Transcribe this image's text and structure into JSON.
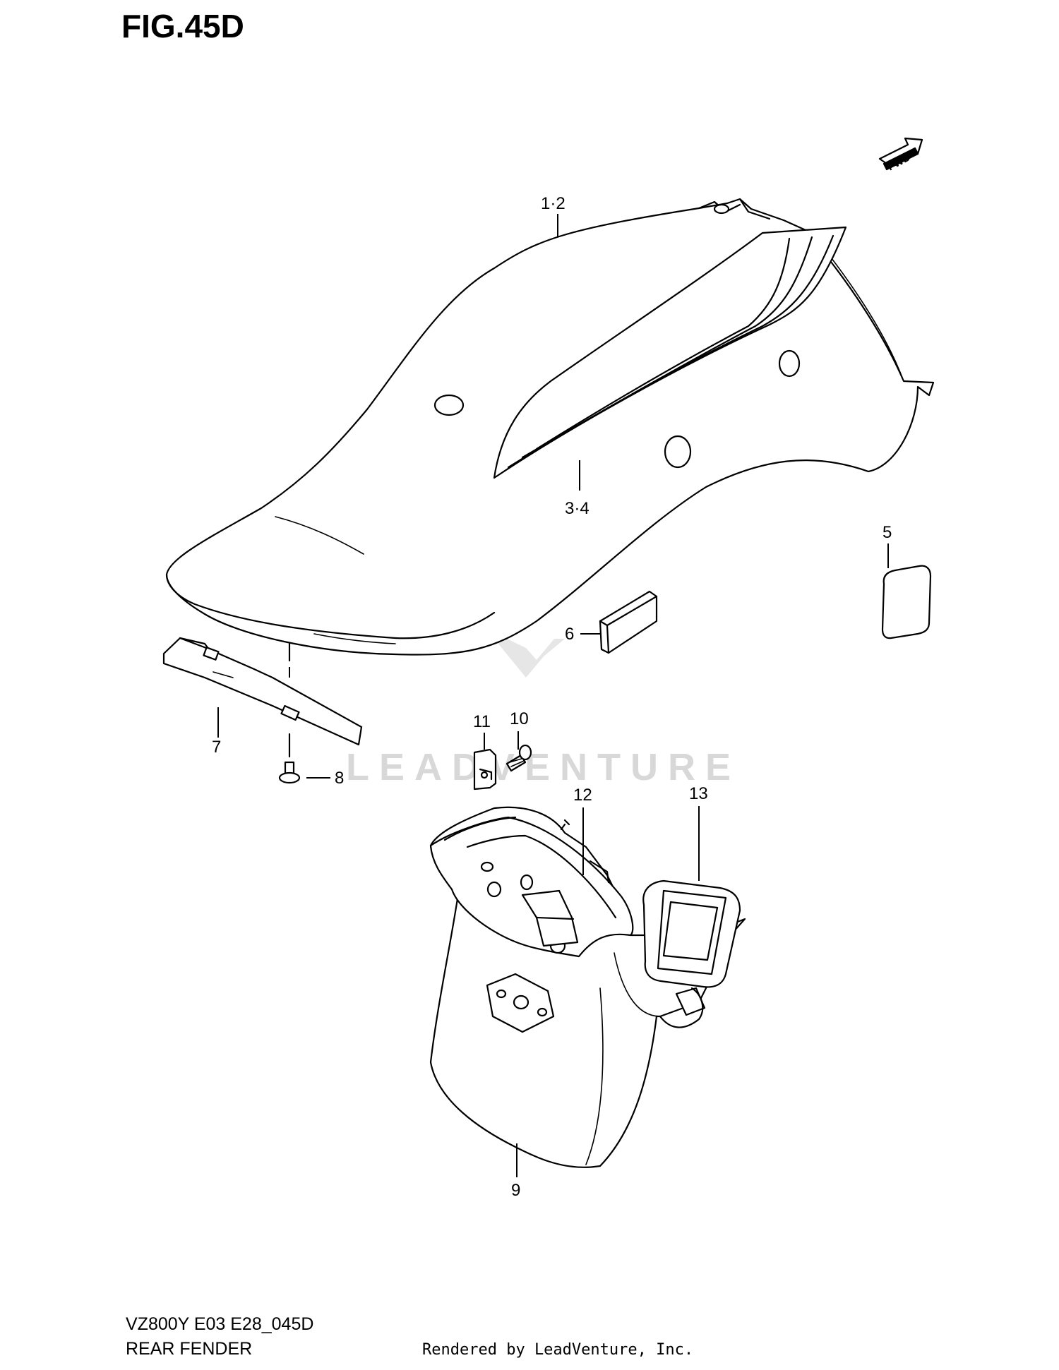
{
  "figure": {
    "title": "FIG.45D"
  },
  "fwd_badge": {
    "label": "FWD"
  },
  "callouts": [
    {
      "id": "c12",
      "label": "1·2"
    },
    {
      "id": "c34",
      "label": "3·4"
    },
    {
      "id": "c5",
      "label": "5"
    },
    {
      "id": "c6",
      "label": "6"
    },
    {
      "id": "c7",
      "label": "7"
    },
    {
      "id": "c8",
      "label": "8"
    },
    {
      "id": "c9",
      "label": "9"
    },
    {
      "id": "c10",
      "label": "10"
    },
    {
      "id": "c11",
      "label": "11"
    },
    {
      "id": "c12b",
      "label": "12"
    },
    {
      "id": "c13",
      "label": "13"
    }
  ],
  "watermark": {
    "text": "LEADVENTURE"
  },
  "footer": {
    "model_code": "VZ800Y E03 E28_045D",
    "section_name": "REAR FENDER",
    "rendered_by": "Rendered by LeadVenture, Inc."
  }
}
